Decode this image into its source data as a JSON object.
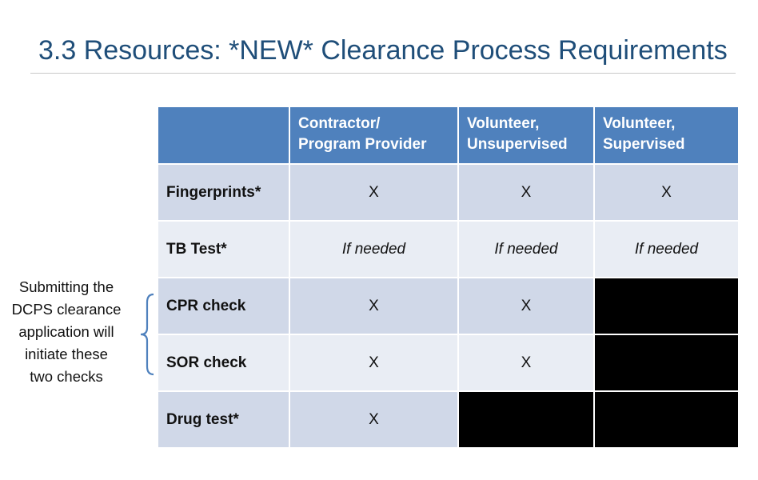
{
  "title": "3.3 Resources: *NEW* Clearance Process Requirements",
  "side_note": {
    "lines": [
      "Submitting the",
      "DCPS clearance",
      "application will",
      "initiate these",
      "two checks"
    ]
  },
  "table": {
    "columns": [
      "",
      "Contractor/ Program Provider",
      "Volunteer, Unsupervised",
      "Volunteer, Supervised"
    ],
    "column_lines": [
      [
        "Contractor/",
        "Program Provider"
      ],
      [
        "Volunteer,",
        "Unsupervised"
      ],
      [
        "Volunteer,",
        "Supervised"
      ]
    ],
    "rows": [
      {
        "label": "Fingerprints*",
        "cells": [
          "X",
          "X",
          "X"
        ],
        "blocked": [
          false,
          false,
          false
        ],
        "italic": false
      },
      {
        "label": "TB Test*",
        "cells": [
          "If needed",
          "If needed",
          "If needed"
        ],
        "blocked": [
          false,
          false,
          false
        ],
        "italic": true
      },
      {
        "label": "CPR check",
        "cells": [
          "X",
          "X",
          ""
        ],
        "blocked": [
          false,
          false,
          true
        ],
        "italic": false
      },
      {
        "label": "SOR check",
        "cells": [
          "X",
          "X",
          ""
        ],
        "blocked": [
          false,
          false,
          true
        ],
        "italic": false
      },
      {
        "label": "Drug test*",
        "cells": [
          "X",
          "",
          ""
        ],
        "blocked": [
          false,
          true,
          true
        ],
        "italic": false
      }
    ]
  },
  "colors": {
    "title": "#1f4e79",
    "header_bg": "#4f81bd",
    "row_odd": "#d0d8e8",
    "row_even": "#e9edf4",
    "blocked": "#000000"
  }
}
